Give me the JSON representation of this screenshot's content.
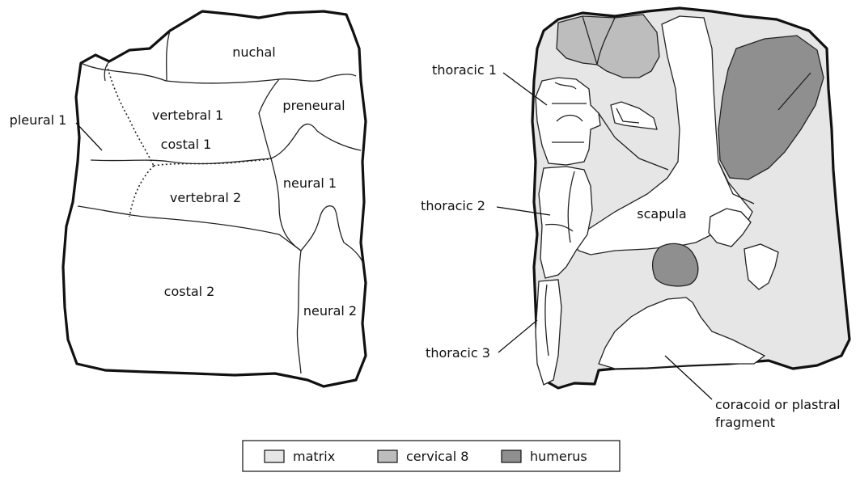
{
  "left_panel": {
    "labels": {
      "nuchal": "nuchal",
      "preneural": "preneural",
      "pleural_1": "pleural 1",
      "vertebral_1": "vertebral 1",
      "costal_1": "costal 1",
      "vertebral_2": "vertebral 2",
      "neural_1": "neural 1",
      "costal_2": "costal 2",
      "neural_2": "neural 2"
    }
  },
  "right_panel": {
    "labels": {
      "thoracic_1": "thoracic 1",
      "thoracic_2": "thoracic 2",
      "thoracic_3": "thoracic 3",
      "scapula": "scapula",
      "coracoid_line1": "coracoid or plastral",
      "coracoid_line2": "fragment"
    }
  },
  "legend": {
    "items": [
      {
        "label": "matrix",
        "color": "#e6e6e6"
      },
      {
        "label": "cervical 8",
        "color": "#bdbdbd"
      },
      {
        "label": "humerus",
        "color": "#8f8f8f"
      }
    ]
  },
  "colors": {
    "matrix": "#e6e6e6",
    "cervical": "#bdbdbd",
    "humerus": "#8f8f8f",
    "bone": "#ffffff",
    "line": "#111111"
  }
}
